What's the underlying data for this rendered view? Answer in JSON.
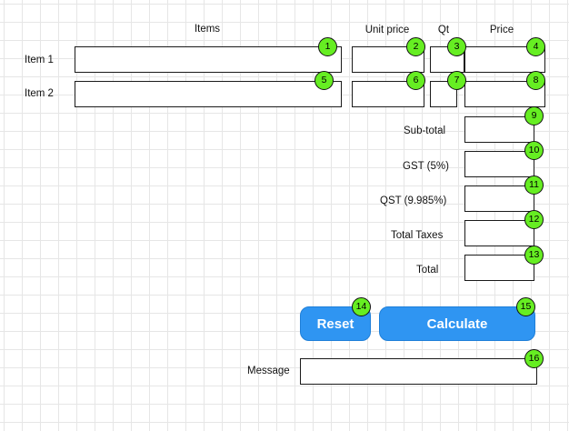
{
  "headers": {
    "items": "Items",
    "unit_price": "Unit price",
    "qt": "Qt",
    "price": "Price"
  },
  "rows": [
    {
      "label": "Item 1"
    },
    {
      "label": "Item 2"
    }
  ],
  "summary": {
    "subtotal": "Sub-total",
    "gst": "GST (5%)",
    "qst": "QST (9.985%)",
    "total_taxes": "Total Taxes",
    "total": "Total"
  },
  "buttons": {
    "reset": "Reset",
    "calculate": "Calculate"
  },
  "message_label": "Message",
  "badges": [
    "1",
    "2",
    "3",
    "4",
    "5",
    "6",
    "7",
    "8",
    "9",
    "10",
    "11",
    "12",
    "13",
    "14",
    "15",
    "16"
  ],
  "colors": {
    "badge": "#66ee22",
    "button": "#2f95f2",
    "grid": "#e6e6e6"
  }
}
